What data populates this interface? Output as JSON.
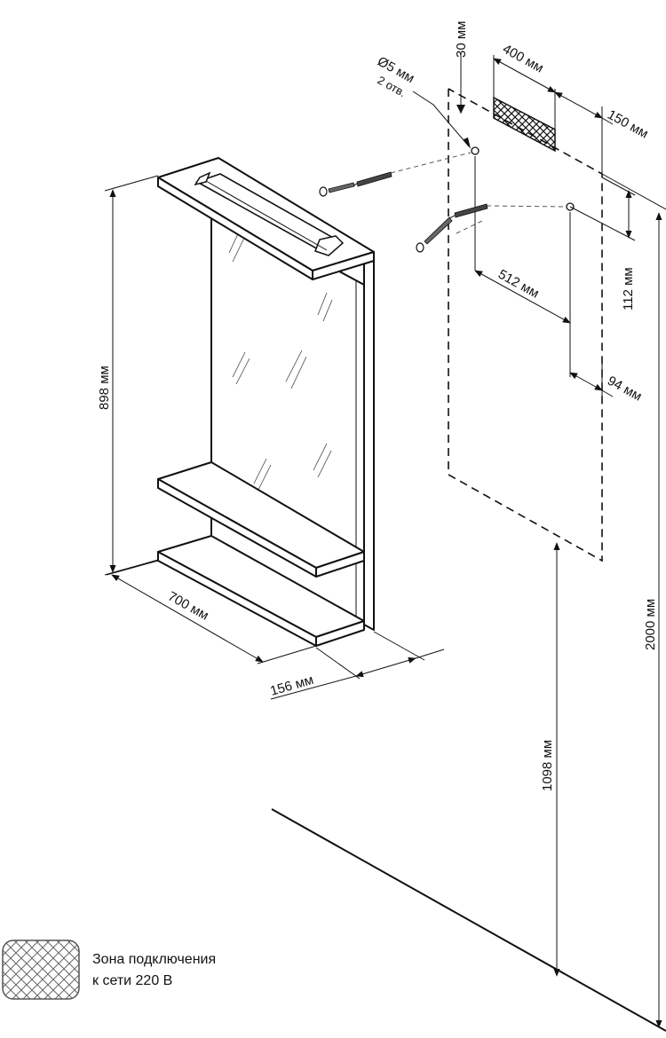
{
  "dimensions": {
    "top_offset": "30 мм",
    "socket_width": "400 мм",
    "socket_side": "150 мм",
    "hole_diameter": "Ø5 мм",
    "hole_count": "2 отв.",
    "hole_vertical": "112 мм",
    "hole_spacing": "512 мм",
    "hole_edge": "94 мм",
    "cabinet_height": "898 мм",
    "cabinet_width": "700 мм",
    "cabinet_depth": "156 мм",
    "mount_height": "1098 мм",
    "total_height": "2000 мм"
  },
  "legend": {
    "line1": "Зона подключения",
    "line2": "к сети 220 В"
  }
}
